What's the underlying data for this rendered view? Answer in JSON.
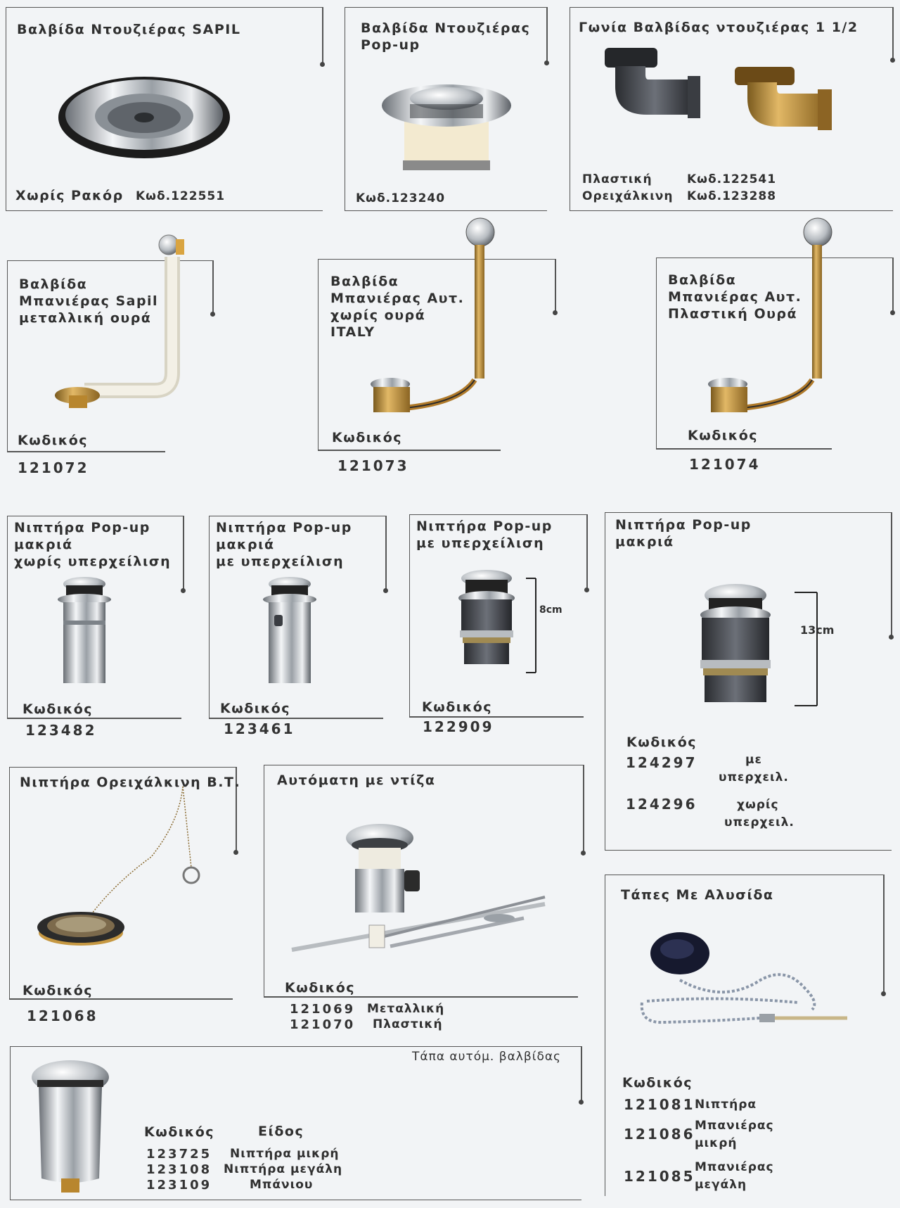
{
  "p1": {
    "title": "Βαλβίδα Ντουζιέρας SAPIL",
    "label": "Χωρίς Ρακόρ",
    "code": "Κωδ.122551"
  },
  "p2": {
    "title1": "Βαλβίδα Ντουζιέρας",
    "title2": "Pop-up",
    "code": "Κωδ.123240"
  },
  "p3": {
    "title": "Γωνία Βαλβίδας ντουζιέρας 1 1/2",
    "row1_label": "Πλαστική",
    "row1_code": "Κωδ.122541",
    "row2_label": "Ορειχάλκινη",
    "row2_code": "Κωδ.123288"
  },
  "p4": {
    "l1": "Βαλβίδα",
    "l2": "Μπανιέρας Sapil",
    "l3": "μεταλλική ουρά",
    "code_label": "Κωδικός",
    "code": "121072"
  },
  "p5": {
    "l1": "Βαλβίδα",
    "l2": "Μπανιέρας Αυτ.",
    "l3": "χωρίς ουρά",
    "l4": "ITALY",
    "code_label": "Κωδικός",
    "code": "121073"
  },
  "p6": {
    "l1": "Βαλβίδα",
    "l2": "Μπανιέρας Αυτ.",
    "l3": "Πλαστική Ουρά",
    "code_label": "Κωδικός",
    "code": "121074"
  },
  "p7": {
    "l1": "Νιπτήρα Pop-up",
    "l2": "μακριά",
    "l3": "χωρίς υπερχείλιση",
    "code_label": "Κωδικός",
    "code": "123482"
  },
  "p8": {
    "l1": "Νιπτήρα Pop-up",
    "l2": "μακριά",
    "l3": "με υπερχείλιση",
    "code_label": "Κωδικός",
    "code": "123461"
  },
  "p9": {
    "l1": "Νιπτήρα Pop-up",
    "l2": "με υπερχείλιση",
    "dim": "8cm",
    "code_label": "Κωδικός",
    "code": "122909"
  },
  "p10": {
    "l1": "Νιπτήρα Pop-up",
    "l2": "μακριά",
    "dim": "13cm",
    "code_label": "Κωδικός",
    "code1": "124297",
    "desc1a": "με",
    "desc1b": "υπερχειλ.",
    "code2": "124296",
    "desc2a": "χωρίς",
    "desc2b": "υπερχειλ."
  },
  "p11": {
    "title": "Νιπτήρα Ορειχάλκινη Β.Τ.",
    "code_label": "Κωδικός",
    "code": "121068"
  },
  "p12": {
    "title": "Αυτόματη με ντίζα",
    "code_label": "Κωδικός",
    "code1": "121069",
    "desc1": "Μεταλλική",
    "code2": "121070",
    "desc2": "Πλαστική"
  },
  "p13": {
    "title": "Τάπες Με Αλυσίδα",
    "code_label": "Κωδικός",
    "code1": "121081",
    "desc1": "Νιπτήρα",
    "code2": "121086",
    "desc2a": "Μπανιέρας",
    "desc2b": "μικρή",
    "code3": "121085",
    "desc3a": "Μπανιέρας",
    "desc3b": "μεγάλη"
  },
  "p14": {
    "title": "Τάπα αυτόμ. βαλβίδας",
    "col1": "Κωδικός",
    "col2": "Είδος",
    "rows": [
      {
        "code": "123725",
        "desc": "Νιπτήρα μικρή"
      },
      {
        "code": "123108",
        "desc": "Νιπτήρα μεγάλη"
      },
      {
        "code": "123109",
        "desc": "Μπάνιου"
      }
    ]
  }
}
